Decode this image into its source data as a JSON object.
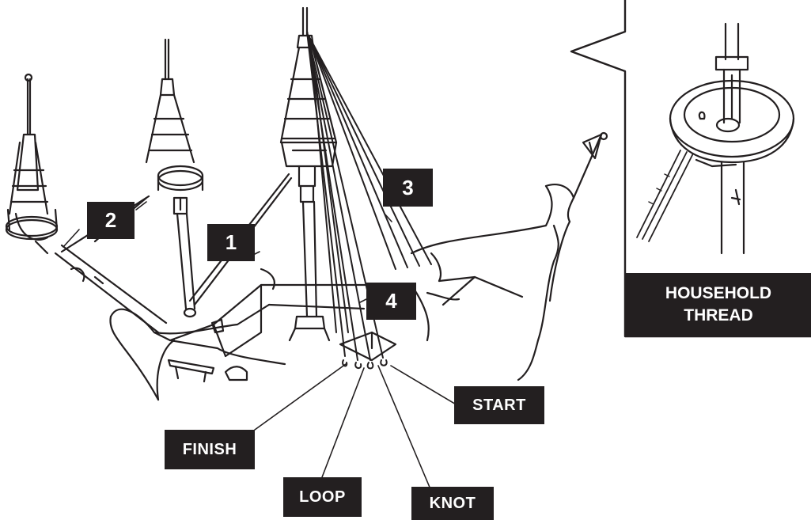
{
  "callouts": {
    "step1": "1",
    "step2": "2",
    "step3": "3",
    "step4": "4",
    "finish": "FINISH",
    "loop": "LOOP",
    "knot": "KNOT",
    "start": "START"
  },
  "inset": {
    "caption_line1": "HOUSEHOLD",
    "caption_line2": "THREAD"
  },
  "colors": {
    "ink": "#231f20",
    "paper": "#ffffff"
  }
}
